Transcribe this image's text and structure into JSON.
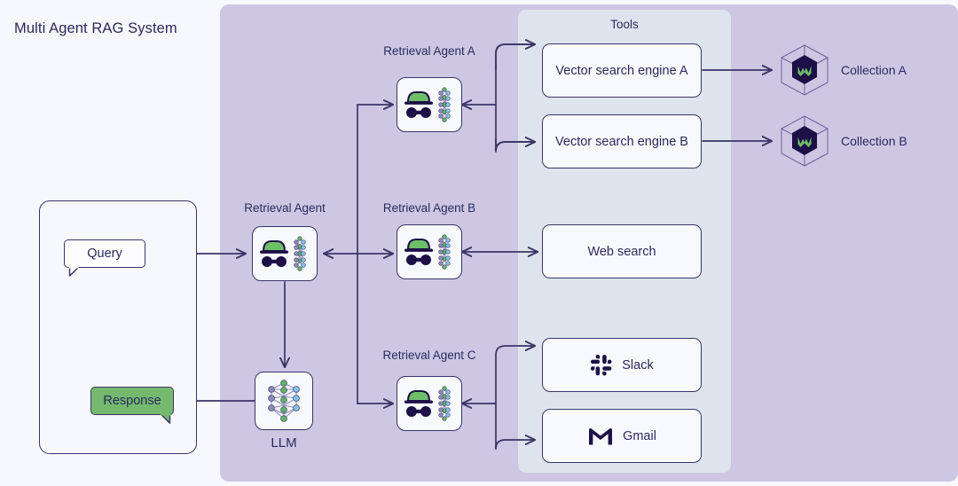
{
  "diagram": {
    "title": "Multi Agent RAG System",
    "tools_panel_label": "Tools",
    "colors": {
      "page_background": "#f7f8fc",
      "agent_panel": "#cdc7e4",
      "tools_panel": "#dde4ed",
      "stroke": "#3b3566",
      "text": "#2b2a5c",
      "node_fill": "#f8f9fd",
      "accent_green": "#74b96e",
      "node_green": "#5cb85c",
      "node_purple": "#8f8bb5",
      "node_blue": "#7fc6e8",
      "logo_navy": "#1c1046"
    }
  },
  "client": {
    "query_label": "Query",
    "response_label": "Response"
  },
  "agents": [
    {
      "id": "retrieval-agent",
      "label": "Retrieval Agent",
      "icon": "incognito-network-icon"
    },
    {
      "id": "retrieval-agent-a",
      "label": "Retrieval Agent A",
      "icon": "incognito-network-icon"
    },
    {
      "id": "retrieval-agent-b",
      "label": "Retrieval Agent B",
      "icon": "incognito-network-icon"
    },
    {
      "id": "retrieval-agent-c",
      "label": "Retrieval Agent C",
      "icon": "incognito-network-icon"
    }
  ],
  "llm": {
    "label": "LLM",
    "icon": "neural-network-icon"
  },
  "tools": [
    {
      "id": "vector-search-engine-a",
      "label": "Vector search engine A",
      "icon": null
    },
    {
      "id": "vector-search-engine-b",
      "label": "Vector search engine B",
      "icon": null
    },
    {
      "id": "web-search",
      "label": "Web search",
      "icon": null
    },
    {
      "id": "slack",
      "label": "Slack",
      "icon": "slack-icon"
    },
    {
      "id": "gmail",
      "label": "Gmail",
      "icon": "gmail-icon"
    }
  ],
  "collections": [
    {
      "id": "collection-a",
      "label": "Collection A",
      "icon": "weaviate-hexagon-icon"
    },
    {
      "id": "collection-b",
      "label": "Collection B",
      "icon": "weaviate-hexagon-icon"
    }
  ],
  "connections": [
    {
      "from": "query",
      "to": "retrieval-agent",
      "direction": "one-way"
    },
    {
      "from": "retrieval-agent",
      "to": "llm",
      "direction": "one-way"
    },
    {
      "from": "llm",
      "to": "response",
      "direction": "one-way"
    },
    {
      "from": "retrieval-agent",
      "to": "retrieval-agent-a",
      "direction": "two-way"
    },
    {
      "from": "retrieval-agent",
      "to": "retrieval-agent-b",
      "direction": "two-way"
    },
    {
      "from": "retrieval-agent",
      "to": "retrieval-agent-c",
      "direction": "two-way"
    },
    {
      "from": "retrieval-agent-a",
      "to": "vector-search-engine-a",
      "direction": "two-way"
    },
    {
      "from": "retrieval-agent-a",
      "to": "vector-search-engine-b",
      "direction": "two-way"
    },
    {
      "from": "retrieval-agent-b",
      "to": "web-search",
      "direction": "two-way"
    },
    {
      "from": "retrieval-agent-c",
      "to": "slack",
      "direction": "two-way"
    },
    {
      "from": "retrieval-agent-c",
      "to": "gmail",
      "direction": "two-way"
    },
    {
      "from": "vector-search-engine-a",
      "to": "collection-a",
      "direction": "one-way"
    },
    {
      "from": "vector-search-engine-b",
      "to": "collection-b",
      "direction": "one-way"
    }
  ]
}
